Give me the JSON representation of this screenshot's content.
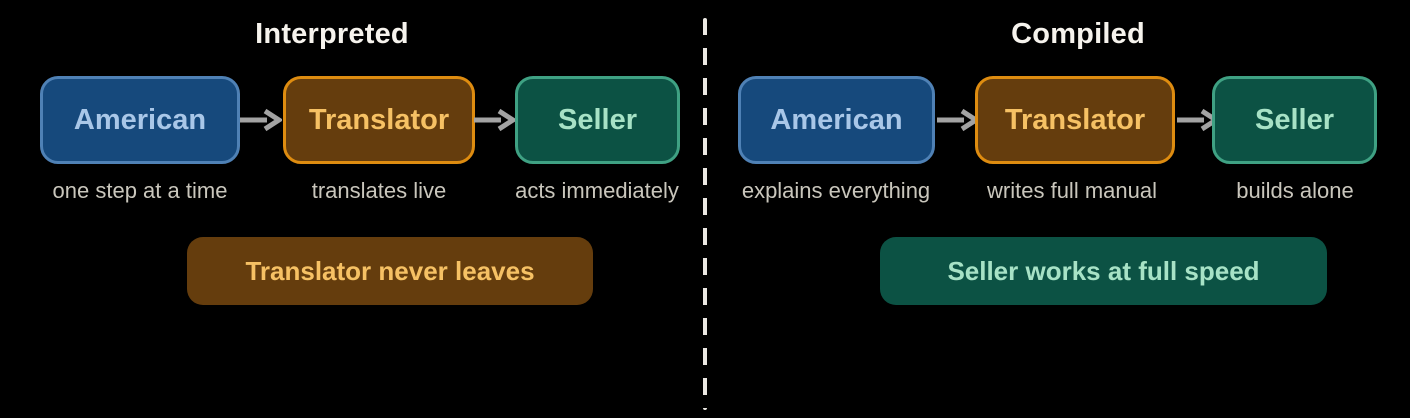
{
  "colors": {
    "bg": "#000000",
    "title": "#f6f3ed",
    "caption": "#c9c6bc",
    "arrow": "#a3a3a3",
    "divider": "#ece9e3",
    "blue-fill": "#16497c",
    "blue-border": "#4f81b5",
    "blue-text": "#a9c7e8",
    "amber-fill": "#653d0d",
    "amber-border": "#de8c10",
    "amber-text": "#f6c164",
    "green-fill": "#0c5244",
    "green-border": "#3fa183",
    "green-text": "#a7e2c6"
  },
  "panels": [
    {
      "title": "Interpreted",
      "stages": [
        {
          "label": "American",
          "caption": "one step at a time"
        },
        {
          "label": "Translator",
          "caption": "translates live"
        },
        {
          "label": "Seller",
          "caption": "acts immediately"
        }
      ],
      "summary": "Translator never leaves"
    },
    {
      "title": "Compiled",
      "stages": [
        {
          "label": "American",
          "caption": "explains everything"
        },
        {
          "label": "Translator",
          "caption": "writes full manual"
        },
        {
          "label": "Seller",
          "caption": "builds alone"
        }
      ],
      "summary": "Seller works at full speed"
    }
  ]
}
